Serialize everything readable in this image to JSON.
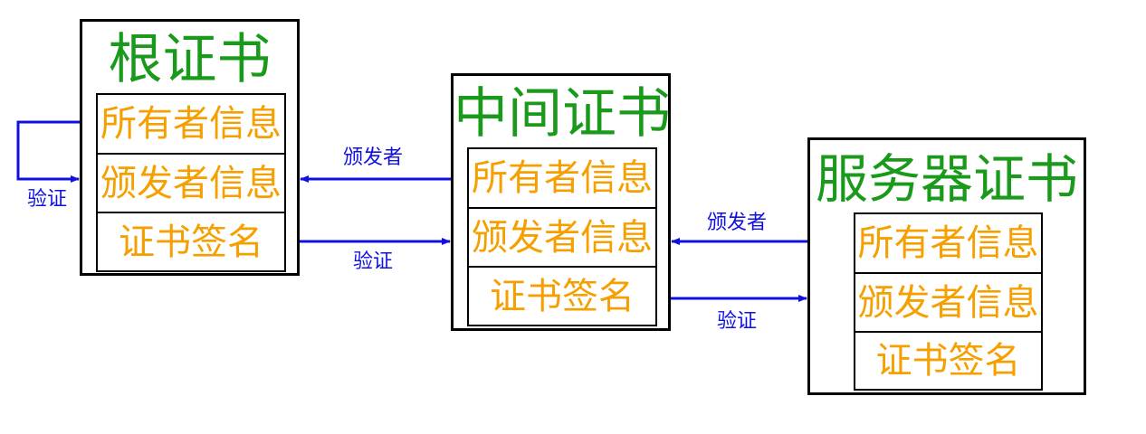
{
  "certificates": {
    "root": {
      "title": "根证书",
      "owner_info": "所有者信息",
      "issuer_info": "颁发者信息",
      "signature": "证书签名"
    },
    "intermediate": {
      "title": "中间证书",
      "owner_info": "所有者信息",
      "issuer_info": "颁发者信息",
      "signature": "证书签名"
    },
    "server": {
      "title": "服务器证书",
      "owner_info": "所有者信息",
      "issuer_info": "颁发者信息",
      "signature": "证书签名"
    }
  },
  "arrows": {
    "root_self_verify": "验证",
    "intermediate_to_root_issuer": "颁发者",
    "root_to_intermediate_verify": "验证",
    "server_to_intermediate_issuer": "颁发者",
    "intermediate_to_server_verify": "验证"
  },
  "colors": {
    "title": "#1a9a1a",
    "field_text": "#f5a000",
    "arrow": "#1010e0",
    "border": "#000000"
  }
}
